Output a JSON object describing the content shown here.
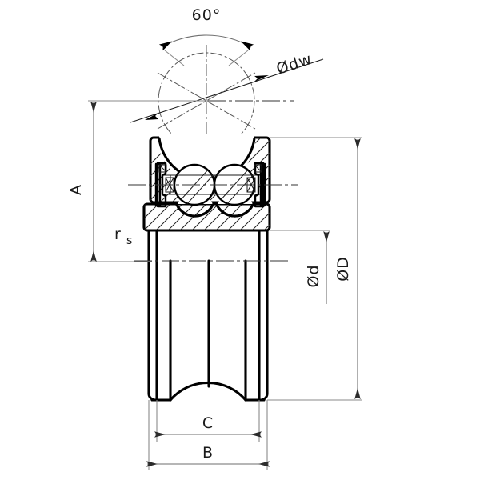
{
  "drawing": {
    "title": "Bearing cross-section technical drawing",
    "labels": {
      "angle": "60°",
      "ball_diameter": "Ødw",
      "width_A": "A",
      "fillet_r": "r",
      "fillet_r_sub": "s",
      "bore_diameter": "Ød",
      "outer_diameter": "ØD",
      "inner_width_C": "C",
      "total_width_B": "B"
    },
    "values": {
      "contact_angle_deg": "60",
      "angle_symbol": "°",
      "diameter_symbol": "Ø"
    },
    "colors": {
      "line": "#000000",
      "dimension": "#6e6e6e",
      "center": "#333333",
      "background": "#ffffff"
    },
    "geometry_notes": {
      "ball_circle_center": "258,126",
      "ball_circle_radius": "60",
      "dim_A_span_y": "128-327",
      "dim_D_span_y": "172-500",
      "dim_d_span_y": "288-380",
      "dim_C_span_x": "193-327",
      "dim_B_span_x": "185-335"
    }
  }
}
